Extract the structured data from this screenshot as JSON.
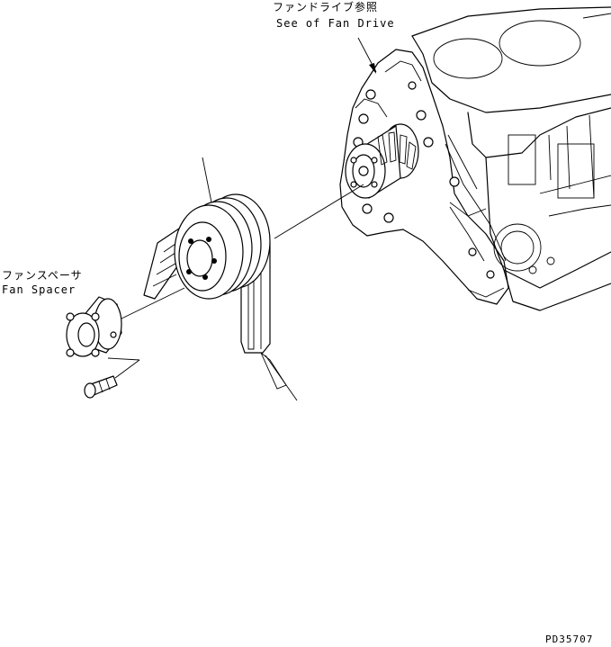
{
  "labels": {
    "fan_drive_jp": "ファンドライブ参照",
    "fan_drive_en": "See of Fan Drive",
    "fan_spacer_jp": "ファンスペーサ",
    "fan_spacer_en": "Fan Spacer",
    "drawing_number": "PD35707"
  }
}
